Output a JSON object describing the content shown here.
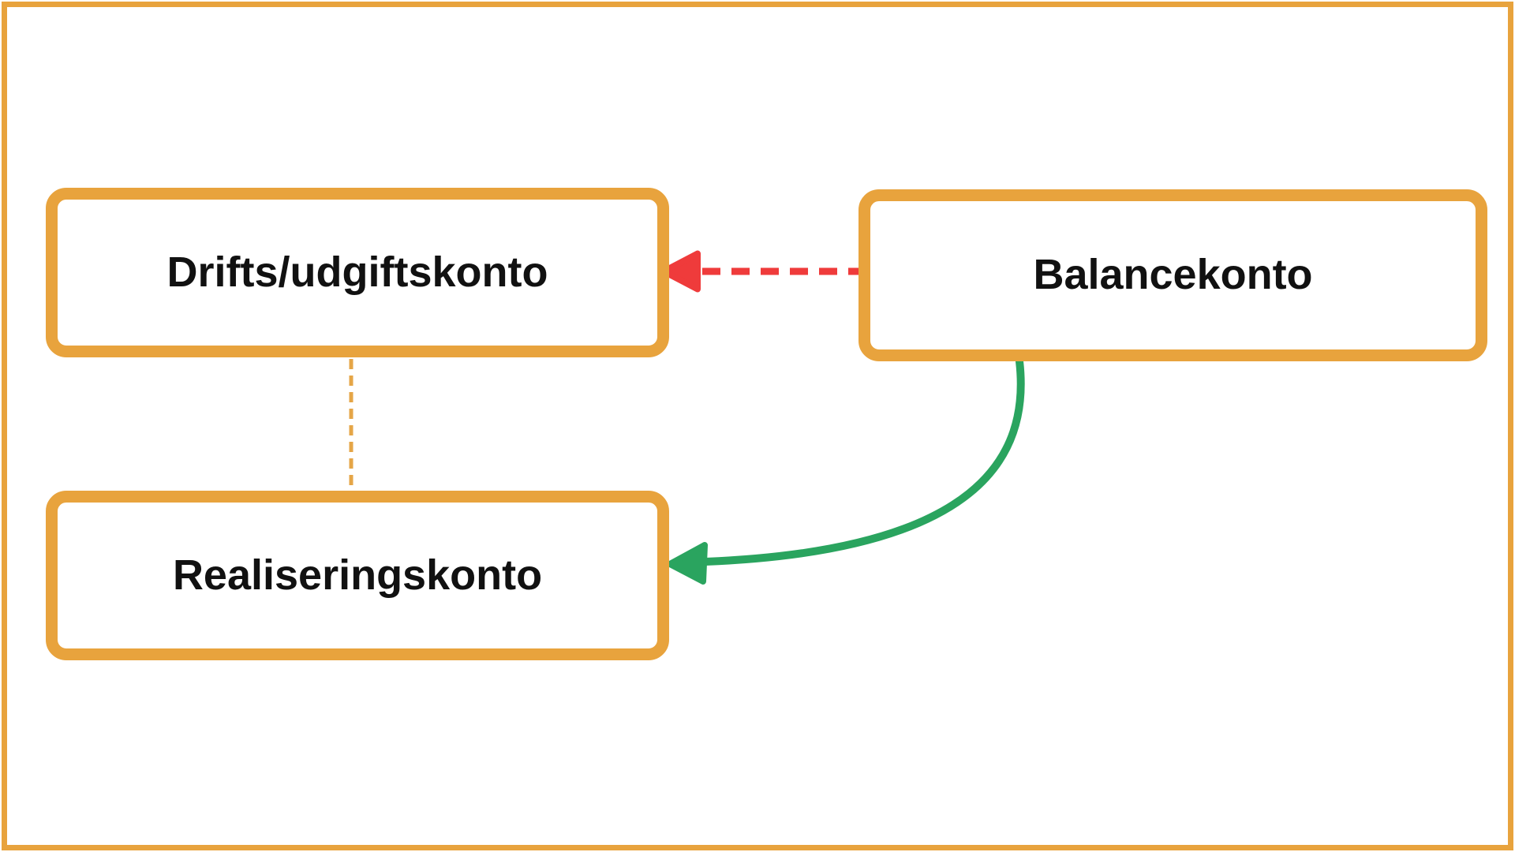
{
  "diagram": {
    "nodes": [
      {
        "id": "drifts",
        "label": "Drifts/udgiftskonto"
      },
      {
        "id": "balance",
        "label": "Balancekonto"
      },
      {
        "id": "realisering",
        "label": "Realiseringskonto"
      }
    ],
    "edges": [
      {
        "from": "balance",
        "to": "drifts",
        "style": "dashed",
        "arrow": true,
        "color_key": "red_arrow"
      },
      {
        "from": "drifts",
        "to": "realisering",
        "style": "dashed",
        "arrow": false,
        "color_key": "orange_connector"
      },
      {
        "from": "balance",
        "to": "realisering",
        "style": "solid-curved",
        "arrow": true,
        "color_key": "green_arrow"
      }
    ]
  },
  "colors": {
    "frame": "#E8A33D",
    "box_border": "#E8A33D",
    "background": "#FFFFFF",
    "text": "#111111",
    "red_arrow": "#EF3B3B",
    "orange_connector": "#E5A647",
    "green_arrow": "#2AA45F"
  }
}
